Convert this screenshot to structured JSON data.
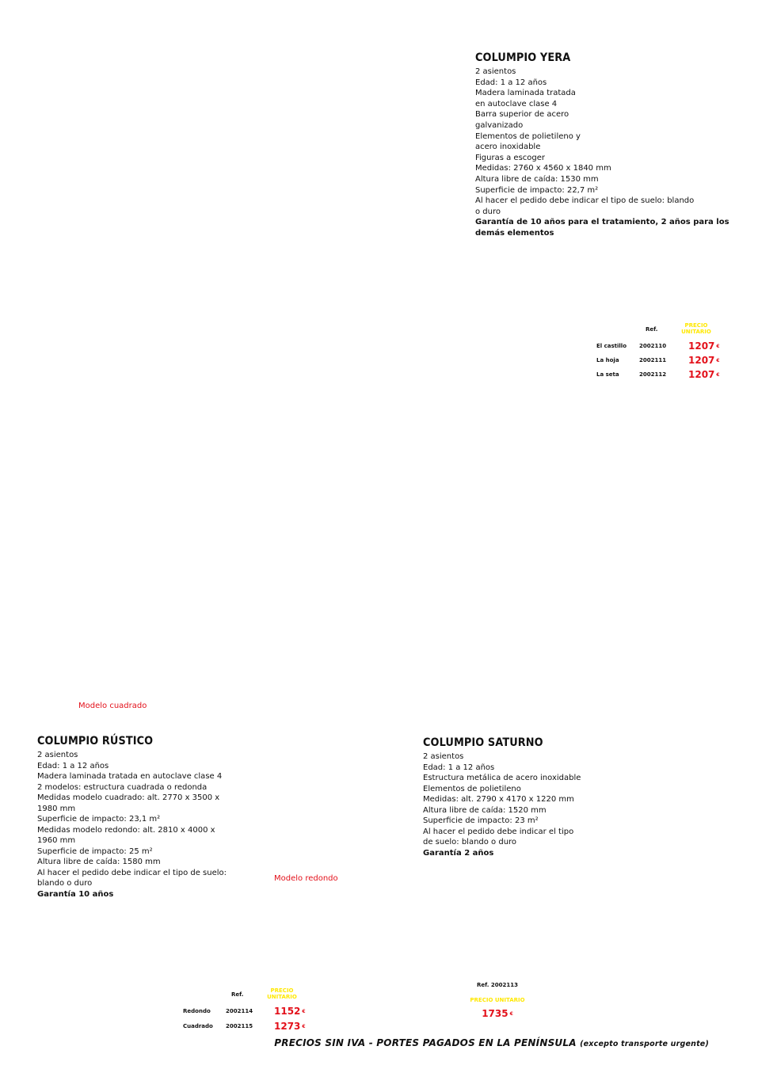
{
  "colors": {
    "price": "#e3111b",
    "unit_label": "#ffe800",
    "caption": "#e3111b",
    "text": "#111111"
  },
  "yera": {
    "title": "COLUMPIO YERA",
    "lines": [
      "2 asientos",
      "Edad: 1 a 12 años",
      "Madera laminada tratada",
      "en autoclave clase 4",
      "Barra superior de acero",
      "galvanizado",
      "Elementos de polietileno y",
      "acero inoxidable",
      "Figuras a escoger",
      "Medidas: 2760 x 4560 x 1840 mm",
      "Altura libre de caída: 1530 mm",
      "Superficie de impacto: 22,7 m²",
      "Al hacer el pedido debe indicar el tipo de suelo: blando",
      "o duro"
    ],
    "warranty": [
      "Garantía de 10 años para el tratamiento, 2 años para los",
      "demás elementos"
    ],
    "table": {
      "ref_header": "Ref.",
      "unit_header": [
        "PRECIO",
        "UNITARIO"
      ],
      "currency": "€",
      "rows": [
        {
          "name": "El castillo",
          "ref": "2002110",
          "price": "1207"
        },
        {
          "name": "La hoja",
          "ref": "2002111",
          "price": "1207"
        },
        {
          "name": "La seta",
          "ref": "2002112",
          "price": "1207"
        }
      ]
    }
  },
  "rustico": {
    "caption_square": "Modelo cuadrado",
    "caption_round": "Modelo redondo",
    "title": "COLUMPIO RÚSTICO",
    "lines": [
      "2 asientos",
      "Edad: 1 a 12 años",
      "Madera laminada tratada en autoclave clase 4",
      "2 modelos: estructura cuadrada o redonda",
      "Medidas modelo cuadrado: alt. 2770 x 3500 x",
      "1980 mm",
      "Superficie de impacto: 23,1 m²",
      "Medidas modelo redondo: alt. 2810 x 4000 x",
      "1960 mm",
      "Superficie de impacto: 25 m²",
      "Altura libre de caída: 1580 mm",
      "Al hacer el pedido debe indicar el tipo de suelo:",
      "blando o duro"
    ],
    "warranty": "Garantía 10 años",
    "table": {
      "ref_header": "Ref.",
      "unit_header": [
        "PRECIO",
        "UNITARIO"
      ],
      "currency": "€",
      "rows": [
        {
          "name": "Redondo",
          "ref": "2002114",
          "price": "1152"
        },
        {
          "name": "Cuadrado",
          "ref": "2002115",
          "price": "1273"
        }
      ]
    }
  },
  "saturno": {
    "title": "COLUMPIO SATURNO",
    "lines": [
      "2 asientos",
      "Edad: 1 a 12 años",
      "Estructura metálica de acero inoxidable",
      "Elementos de polietileno",
      "Medidas: alt. 2790 x 4170 x 1220 mm",
      "Altura libre de caída: 1520 mm",
      "Superficie de impacto: 23 m²",
      "Al hacer el pedido debe indicar el tipo",
      "de suelo: blando o duro"
    ],
    "warranty": "Garantía 2 años",
    "ref": "Ref. 2002113",
    "unit_label": "PRECIO UNITARIO",
    "price": "1735",
    "currency": "€"
  },
  "footer": {
    "main": "PRECIOS SIN IVA - PORTES PAGADOS EN LA PENÍNSULA",
    "note": "(excepto transporte urgente)"
  }
}
